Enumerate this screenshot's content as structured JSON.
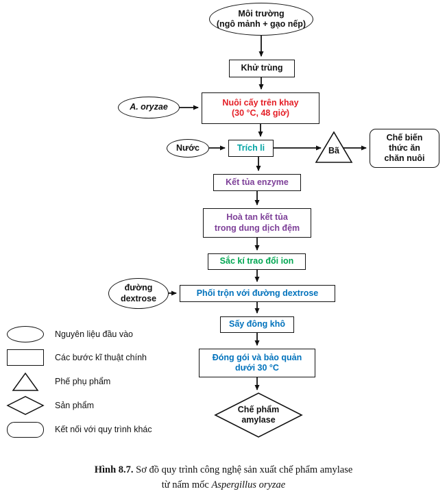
{
  "nodes": {
    "moi_truong": {
      "line1": "Môi trường",
      "line2": "(ngô mảnh + gạo nếp)"
    },
    "khu_trung": {
      "label": "Khử trùng"
    },
    "a_oryzae": {
      "label": "A. oryzae"
    },
    "nuoi_cay": {
      "line1": "Nuôi cấy trên khay",
      "line2": "(30 °C, 48 giờ)",
      "color": "#e41e26"
    },
    "nuoc": {
      "label": "Nước"
    },
    "trich_li": {
      "label": "Trích li",
      "color": "#00a3a3"
    },
    "ba": {
      "label": "Bã"
    },
    "che_bien": {
      "line1": "Chế biến",
      "line2": "thức ăn",
      "line3": "chăn nuôi"
    },
    "ket_tua": {
      "label": "Kết tủa enzyme",
      "color": "#7d3f98"
    },
    "hoa_tan": {
      "line1": "Hoà tan kết tủa",
      "line2": "trong dung dịch đệm",
      "color": "#7d3f98"
    },
    "sac_ki": {
      "label": "Sắc kí trao đổi ion",
      "color": "#00a651"
    },
    "duong_dextrose": {
      "line1": "đường",
      "line2": "dextrose"
    },
    "phoi_tron": {
      "label": "Phối trộn với đường dextrose",
      "color": "#0072bc"
    },
    "say_dong_kho": {
      "label": "Sấy đông khô",
      "color": "#0072bc"
    },
    "dong_goi": {
      "line1": "Đóng gói và bảo quản",
      "line2": "dưới 30 °C",
      "color": "#0072bc"
    },
    "che_pham": {
      "line1": "Chế phẩm",
      "line2": "amylase"
    }
  },
  "legend": {
    "items": [
      {
        "shape": "ellipse",
        "label": "Nguyên liệu đầu vào"
      },
      {
        "shape": "rect",
        "label": "Các bước kĩ thuật chính"
      },
      {
        "shape": "triangle",
        "label": "Phế phụ phẩm"
      },
      {
        "shape": "diamond",
        "label": "Sản phẩm"
      },
      {
        "shape": "rounded-rect",
        "label": "Kết nối với quy trình khác"
      }
    ]
  },
  "caption": {
    "figure_label": "Hình 8.7.",
    "line1_rest": " Sơ đồ quy trình công nghệ sản xuất chế phẩm amylase",
    "line2_prefix": "từ nấm mốc ",
    "line2_italic": "Aspergillus oryzae"
  },
  "colors": {
    "outline": "#111111",
    "red_step": "#e41e26",
    "teal_step": "#00a3a3",
    "purple_step": "#7d3f98",
    "green_step": "#00a651",
    "blue_step": "#0072bc"
  }
}
